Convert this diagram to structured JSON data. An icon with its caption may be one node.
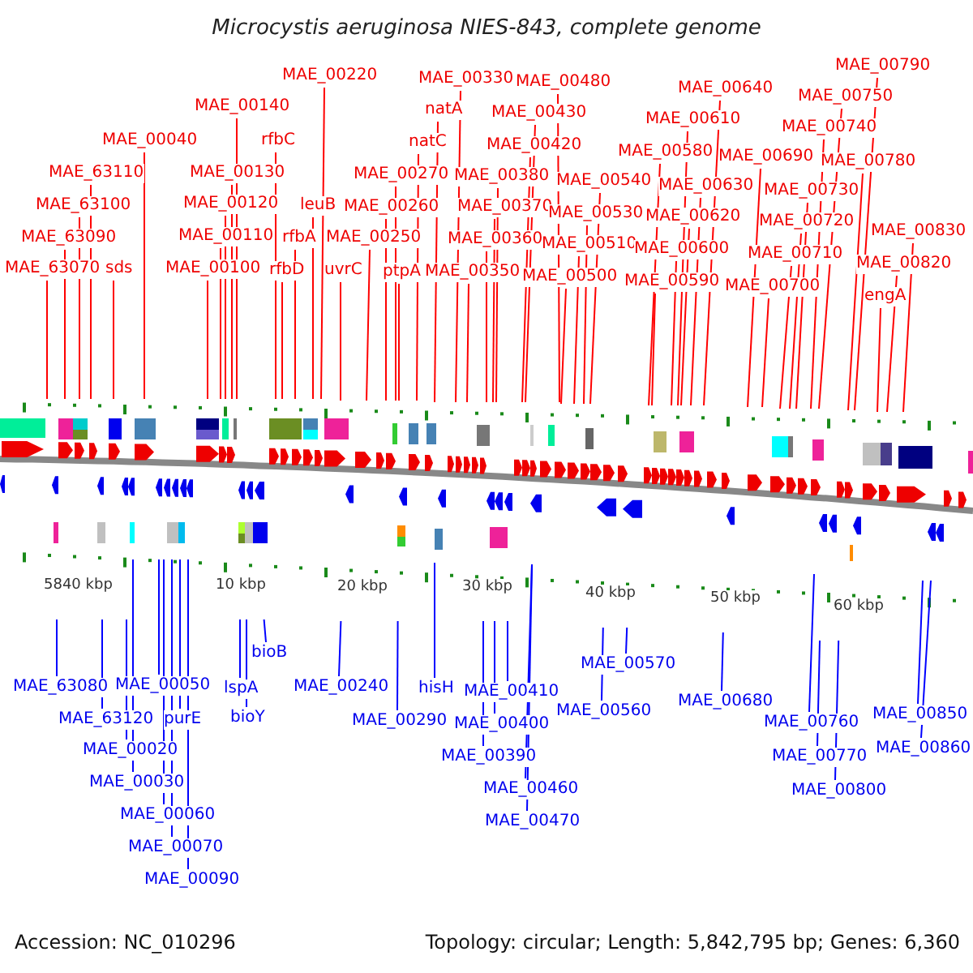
{
  "diagram": {
    "title": "Microcystis aeruginosa NIES-843, complete genome",
    "nodes": [
      {
        "text": [
          "MAE_63070"
        ]
      },
      {
        "text": [
          "MAE_63090"
        ]
      },
      {
        "text": [
          "MAE_63100"
        ]
      },
      {
        "text": [
          "MAE_63110"
        ]
      },
      {
        "text": [
          "sds"
        ]
      },
      {
        "text": [
          "MAE_00040"
        ]
      },
      {
        "text": [
          "MAE_00100"
        ]
      },
      {
        "text": [
          "MAE_00110"
        ]
      },
      {
        "text": [
          "MAE_00120"
        ]
      },
      {
        "text": [
          "MAE_00130"
        ]
      },
      {
        "text": [
          "MAE_00140"
        ]
      },
      {
        "text": [
          "rfbC"
        ]
      },
      {
        "text": [
          "rfbD"
        ]
      },
      {
        "text": [
          "rfbA"
        ]
      },
      {
        "text": [
          "leuB"
        ]
      },
      {
        "text": [
          "MAE_00220"
        ]
      },
      {
        "text": [
          "uvrC"
        ]
      },
      {
        "text": [
          "MAE_00250"
        ]
      },
      {
        "text": [
          "MAE_00260"
        ]
      },
      {
        "text": [
          "MAE_00270"
        ]
      },
      {
        "text": [
          "ptpA"
        ]
      },
      {
        "text": [
          "natC"
        ]
      },
      {
        "text": [
          "natA"
        ]
      },
      {
        "text": [
          "MAE_00330"
        ]
      },
      {
        "text": [
          "MAE_00350"
        ]
      },
      {
        "text": [
          "MAE_00360"
        ]
      },
      {
        "text": [
          "MAE_00370"
        ]
      },
      {
        "text": [
          "MAE_00380"
        ]
      },
      {
        "text": [
          "MAE_00420"
        ]
      },
      {
        "text": [
          "MAE_00430"
        ]
      },
      {
        "text": [
          "MAE_00480"
        ]
      },
      {
        "text": [
          "MAE_00500"
        ]
      },
      {
        "text": [
          "MAE_00510"
        ]
      },
      {
        "text": [
          "MAE_00530"
        ]
      },
      {
        "text": [
          "MAE_00540"
        ]
      },
      {
        "text": [
          "MAE_00580"
        ]
      },
      {
        "text": [
          "MAE_00590"
        ]
      },
      {
        "text": [
          "MAE_00600"
        ]
      },
      {
        "text": [
          "MAE_00610"
        ]
      },
      {
        "text": [
          "MAE_00620"
        ]
      },
      {
        "text": [
          "MAE_00630"
        ]
      },
      {
        "text": [
          "MAE_00640"
        ]
      },
      {
        "text": [
          "MAE_00690"
        ]
      },
      {
        "text": [
          "MAE_00700"
        ]
      },
      {
        "text": [
          "MAE_00710"
        ]
      },
      {
        "text": [
          "MAE_00720"
        ]
      },
      {
        "text": [
          "MAE_00730"
        ]
      },
      {
        "text": [
          "MAE_00740"
        ]
      },
      {
        "text": [
          "MAE_00750"
        ]
      },
      {
        "text": [
          "MAE_00790"
        ]
      },
      {
        "text": [
          "MAE_00780"
        ]
      },
      {
        "text": [
          "MAE_00820"
        ]
      },
      {
        "text": [
          "MAE_00830"
        ]
      },
      {
        "text": [
          "engA"
        ]
      },
      {
        "text": [
          "MAE_63080"
        ]
      },
      {
        "text": [
          "MAE_63120"
        ]
      },
      {
        "text": [
          "MAE_00020"
        ]
      },
      {
        "text": [
          "MAE_00030"
        ]
      },
      {
        "text": [
          "MAE_00050"
        ]
      },
      {
        "text": [
          "MAE_00060"
        ]
      },
      {
        "text": [
          "MAE_00070"
        ]
      },
      {
        "text": [
          "purE"
        ]
      },
      {
        "text": [
          "MAE_00090"
        ]
      },
      {
        "text": [
          "lspA"
        ]
      },
      {
        "text": [
          "bioY"
        ]
      },
      {
        "text": [
          "bioB"
        ]
      },
      {
        "text": [
          "MAE_00240"
        ]
      },
      {
        "text": [
          "MAE_00290"
        ]
      },
      {
        "text": [
          "hisH"
        ]
      },
      {
        "text": [
          "MAE_00410"
        ]
      },
      {
        "text": [
          "MAE_00400"
        ]
      },
      {
        "text": [
          "MAE_00390"
        ]
      },
      {
        "text": [
          "MAE_00460"
        ]
      },
      {
        "text": [
          "MAE_00470"
        ]
      },
      {
        "text": [
          "MAE_00570"
        ]
      },
      {
        "text": [
          "MAE_00560"
        ]
      },
      {
        "text": [
          "MAE_00680"
        ]
      },
      {
        "text": [
          "MAE_00760"
        ]
      },
      {
        "text": [
          "MAE_00770"
        ]
      },
      {
        "text": [
          "MAE_00800"
        ]
      },
      {
        "text": [
          "MAE_00850"
        ]
      },
      {
        "text": [
          "MAE_00860"
        ]
      }
    ],
    "edges": [
      {
        "from": 0,
        "to": null,
        "arrow": "none"
      },
      {
        "from": 1,
        "to": null,
        "arrow": "none"
      },
      {
        "from": 2,
        "to": null,
        "arrow": "none"
      },
      {
        "from": 3,
        "to": null,
        "arrow": "none"
      },
      {
        "from": 4,
        "to": null,
        "arrow": "none"
      },
      {
        "from": 5,
        "to": null,
        "arrow": "none"
      },
      {
        "from": 6,
        "to": null,
        "arrow": "none"
      },
      {
        "from": 7,
        "to": null,
        "arrow": "none"
      },
      {
        "from": 8,
        "to": null,
        "arrow": "none"
      },
      {
        "from": 9,
        "to": null,
        "arrow": "none"
      },
      {
        "from": 10,
        "to": null,
        "arrow": "none"
      },
      {
        "from": 11,
        "to": null,
        "arrow": "none"
      },
      {
        "from": 12,
        "to": null,
        "arrow": "none"
      },
      {
        "from": 13,
        "to": null,
        "arrow": "none"
      },
      {
        "from": 14,
        "to": null,
        "arrow": "none"
      },
      {
        "from": 15,
        "to": null,
        "arrow": "none"
      },
      {
        "from": 16,
        "to": null,
        "arrow": "none"
      },
      {
        "from": 17,
        "to": null,
        "arrow": "none"
      },
      {
        "from": 18,
        "to": null,
        "arrow": "none"
      },
      {
        "from": 19,
        "to": null,
        "arrow": "none"
      },
      {
        "from": 20,
        "to": null,
        "arrow": "none"
      },
      {
        "from": 21,
        "to": null,
        "arrow": "none"
      },
      {
        "from": 22,
        "to": null,
        "arrow": "none"
      },
      {
        "from": 23,
        "to": null,
        "arrow": "none"
      },
      {
        "from": 24,
        "to": null,
        "arrow": "none"
      },
      {
        "from": 25,
        "to": null,
        "arrow": "none"
      },
      {
        "from": 26,
        "to": null,
        "arrow": "none"
      },
      {
        "from": 27,
        "to": null,
        "arrow": "none"
      },
      {
        "from": 28,
        "to": null,
        "arrow": "none"
      },
      {
        "from": 29,
        "to": null,
        "arrow": "none"
      },
      {
        "from": 30,
        "to": null,
        "arrow": "none"
      },
      {
        "from": 31,
        "to": null,
        "arrow": "none"
      },
      {
        "from": 32,
        "to": null,
        "arrow": "none"
      },
      {
        "from": 33,
        "to": null,
        "arrow": "none"
      },
      {
        "from": 34,
        "to": null,
        "arrow": "none"
      },
      {
        "from": 35,
        "to": null,
        "arrow": "none"
      },
      {
        "from": 36,
        "to": null,
        "arrow": "none"
      },
      {
        "from": 37,
        "to": null,
        "arrow": "none"
      },
      {
        "from": 38,
        "to": null,
        "arrow": "none"
      },
      {
        "from": 39,
        "to": null,
        "arrow": "none"
      },
      {
        "from": 40,
        "to": null,
        "arrow": "none"
      },
      {
        "from": 41,
        "to": null,
        "arrow": "none"
      },
      {
        "from": 42,
        "to": null,
        "arrow": "none"
      },
      {
        "from": 43,
        "to": null,
        "arrow": "none"
      },
      {
        "from": 44,
        "to": null,
        "arrow": "none"
      },
      {
        "from": 45,
        "to": null,
        "arrow": "none"
      },
      {
        "from": 46,
        "to": null,
        "arrow": "none"
      },
      {
        "from": 47,
        "to": null,
        "arrow": "none"
      },
      {
        "from": 48,
        "to": null,
        "arrow": "none"
      },
      {
        "from": 49,
        "to": null,
        "arrow": "none"
      },
      {
        "from": 50,
        "to": null,
        "arrow": "none"
      },
      {
        "from": 51,
        "to": null,
        "arrow": "none"
      },
      {
        "from": 52,
        "to": null,
        "arrow": "none"
      },
      {
        "from": 53,
        "to": null,
        "arrow": "none"
      },
      {
        "from": 54,
        "to": null,
        "arrow": "none",
        "color": "#0000ff"
      },
      {
        "from": 55,
        "to": null,
        "arrow": "none",
        "color": "#0000ff"
      },
      {
        "from": 56,
        "to": null,
        "arrow": "none",
        "color": "#0000ff"
      },
      {
        "from": 57,
        "to": null,
        "arrow": "none",
        "color": "#0000ff"
      },
      {
        "from": 58,
        "to": null,
        "arrow": "none",
        "color": "#0000ff"
      },
      {
        "from": 59,
        "to": null,
        "arrow": "none",
        "color": "#0000ff"
      },
      {
        "from": 60,
        "to": null,
        "arrow": "none",
        "color": "#0000ff"
      },
      {
        "from": 61,
        "to": null,
        "arrow": "none",
        "color": "#0000ff"
      },
      {
        "from": 62,
        "to": null,
        "arrow": "none",
        "color": "#0000ff"
      },
      {
        "from": 63,
        "to": null,
        "arrow": "none",
        "color": "#0000ff"
      },
      {
        "from": 64,
        "to": null,
        "arrow": "none",
        "color": "#0000ff"
      },
      {
        "from": 65,
        "to": null,
        "arrow": "none",
        "color": "#0000ff"
      },
      {
        "from": 66,
        "to": null,
        "arrow": "none",
        "color": "#0000ff"
      },
      {
        "from": 67,
        "to": null,
        "arrow": "none",
        "color": "#0000ff"
      },
      {
        "from": 68,
        "to": null,
        "arrow": "none",
        "color": "#0000ff"
      },
      {
        "from": 69,
        "to": null,
        "arrow": "none",
        "color": "#0000ff"
      },
      {
        "from": 70,
        "to": null,
        "arrow": "none",
        "color": "#0000ff"
      },
      {
        "from": 71,
        "to": null,
        "arrow": "none",
        "color": "#0000ff"
      },
      {
        "from": 72,
        "to": null,
        "arrow": "none",
        "color": "#0000ff"
      },
      {
        "from": 73,
        "to": null,
        "arrow": "none",
        "color": "#0000ff"
      },
      {
        "from": 74,
        "to": null,
        "arrow": "none",
        "color": "#0000ff"
      },
      {
        "from": 75,
        "to": null,
        "arrow": "none",
        "color": "#0000ff"
      },
      {
        "from": 76,
        "to": null,
        "arrow": "none",
        "color": "#0000ff"
      },
      {
        "from": 77,
        "to": null,
        "arrow": "none",
        "color": "#0000ff"
      },
      {
        "from": 78,
        "to": null,
        "arrow": "none",
        "color": "#0000ff"
      },
      {
        "from": 79,
        "to": null,
        "arrow": "none",
        "color": "#0000ff"
      },
      {
        "from": 80,
        "to": null,
        "arrow": "none",
        "color": "#0000ff"
      },
      {
        "from": 81,
        "to": null,
        "arrow": "none",
        "color": "#0000ff"
      }
    ],
    "labels": [
      "5840 kbp",
      "10 kbp",
      "20 kbp",
      "30 kbp",
      "40 kbp",
      "50 kbp",
      "60 kbp",
      "Accession: NC_010296",
      "Topology: circular; Length: 5,842,795 bp; Genes: 6,360"
    ]
  }
}
